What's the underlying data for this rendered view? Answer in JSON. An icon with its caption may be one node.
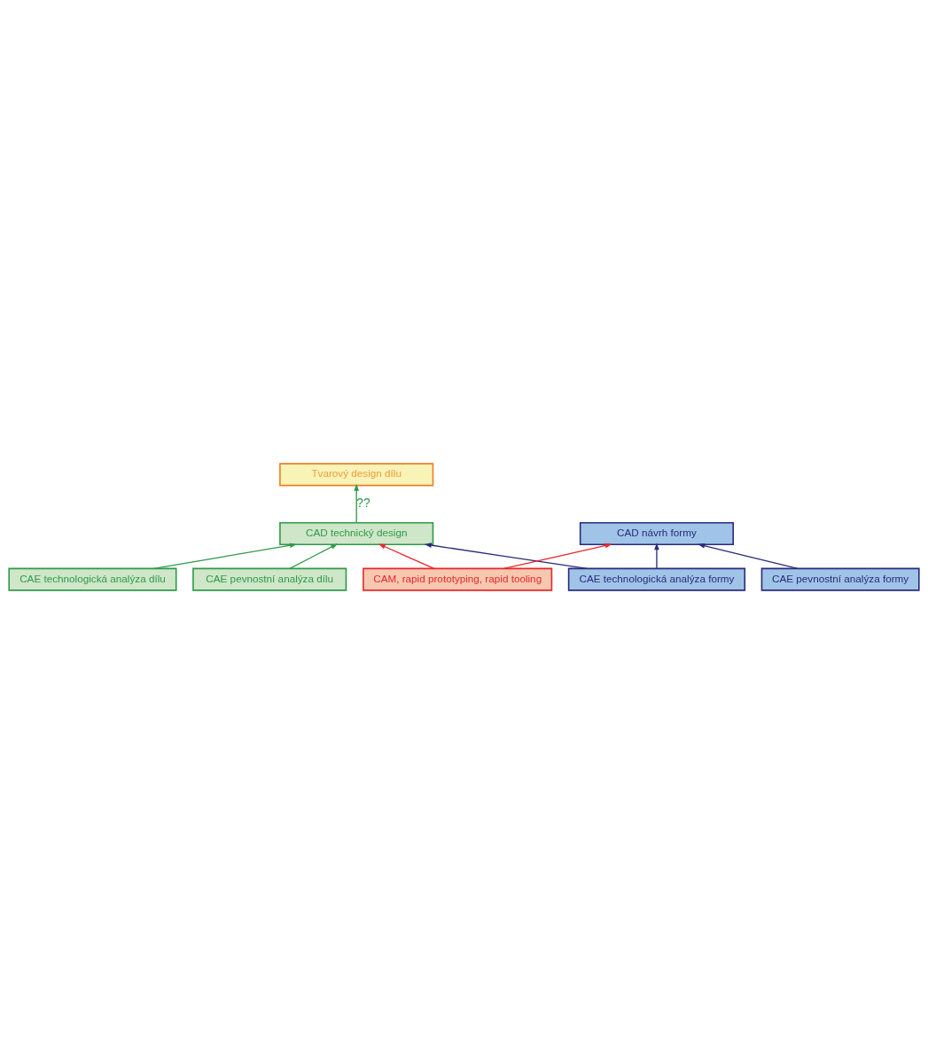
{
  "diagram": {
    "nodes": [
      {
        "text": [
          "Tvarový design dílu"
        ]
      },
      {
        "text": [
          "CAD technický design"
        ]
      },
      {
        "text": [
          "CAE technologická analýza dílu"
        ]
      },
      {
        "text": [
          "CAE pevnostní analýza dílu"
        ]
      },
      {
        "text": [
          "CAD návrh formy"
        ]
      },
      {
        "text": [
          "CAE technologická analýza formy"
        ]
      },
      {
        "text": [
          "CAE pevnostní analýza formy"
        ]
      },
      {
        "text": [
          "CAM, rapid prototyping, rapid tooling"
        ]
      }
    ],
    "edges": [
      {
        "from": 1,
        "to": 0,
        "arrow": "to",
        "label": "??",
        "color": "#2e9a4a"
      },
      {
        "from": 2,
        "to": 1,
        "arrow": "to",
        "color": "#2e9a4a"
      },
      {
        "from": 3,
        "to": 1,
        "arrow": "to",
        "color": "#2e9a4a"
      },
      {
        "from": 7,
        "to": 1,
        "arrow": "to",
        "color": "#e8262b"
      },
      {
        "from": 5,
        "to": 1,
        "arrow": "to",
        "color": "#2a2a7a"
      },
      {
        "from": 5,
        "to": 4,
        "arrow": "to",
        "color": "#2a2a7a"
      },
      {
        "from": 6,
        "to": 4,
        "arrow": "to",
        "color": "#2a2a7a"
      },
      {
        "from": 7,
        "to": 4,
        "arrow": "to",
        "color": "#e8262b"
      }
    ]
  }
}
